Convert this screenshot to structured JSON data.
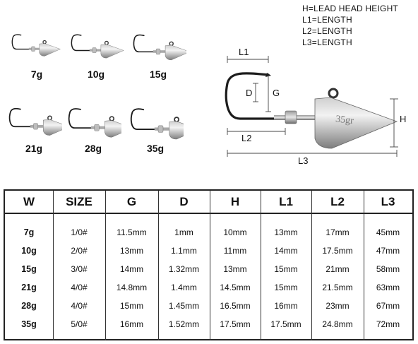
{
  "legend": [
    "H=LEAD HEAD HEIGHT",
    "L1=LENGTH",
    "L2=LENGTH",
    "L3=LENGTH"
  ],
  "thumbnails": [
    {
      "weight": "7g"
    },
    {
      "weight": "10g"
    },
    {
      "weight": "15g"
    },
    {
      "weight": "21g"
    },
    {
      "weight": "28g"
    },
    {
      "weight": "35g"
    }
  ],
  "diagram": {
    "head_text": "35gr",
    "labels": {
      "l1": "L1",
      "d": "D",
      "g": "G",
      "h": "H",
      "l2": "L2",
      "l3": "L3"
    }
  },
  "table": {
    "headers": [
      "W",
      "SIZE",
      "G",
      "D",
      "H",
      "L1",
      "L2",
      "L3"
    ],
    "rows": [
      [
        "7g",
        "1/0#",
        "11.5mm",
        "1mm",
        "10mm",
        "13mm",
        "17mm",
        "45mm"
      ],
      [
        "10g",
        "2/0#",
        "13mm",
        "1.1mm",
        "11mm",
        "14mm",
        "17.5mm",
        "47mm"
      ],
      [
        "15g",
        "3/0#",
        "14mm",
        "1.32mm",
        "13mm",
        "15mm",
        "21mm",
        "58mm"
      ],
      [
        "21g",
        "4/0#",
        "14.8mm",
        "1.4mm",
        "14.5mm",
        "15mm",
        "21.5mm",
        "63mm"
      ],
      [
        "28g",
        "4/0#",
        "15mm",
        "1.45mm",
        "16.5mm",
        "16mm",
        "23mm",
        "67mm"
      ],
      [
        "35g",
        "5/0#",
        "16mm",
        "1.52mm",
        "17.5mm",
        "17.5mm",
        "24.8mm",
        "72mm"
      ]
    ]
  },
  "colors": {
    "lead_light": "#e4e4e4",
    "lead_dark": "#8e8e8e",
    "hook": "#1c1c1c",
    "border": "#222222"
  }
}
